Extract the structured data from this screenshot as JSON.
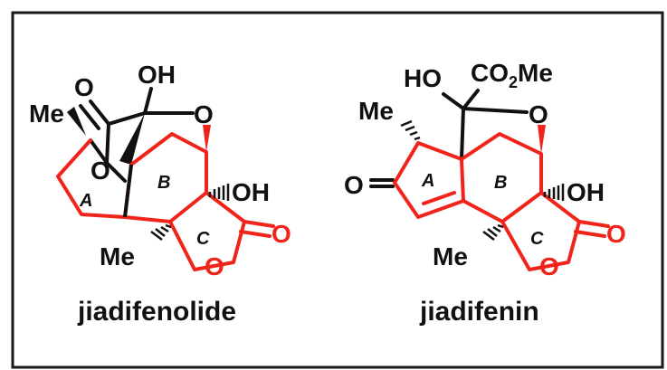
{
  "colors": {
    "red": "#f0241a",
    "black": "#111111",
    "frame": "#1a1a1a"
  },
  "molecule_left": {
    "name": "jiadifenolide",
    "atoms": {
      "me_top": "Me",
      "o_carbonyl": "O",
      "oh_top": "OH",
      "o_ring_right": "O",
      "o_ring_left": "O",
      "oh_mid": "OH",
      "o_lactone_c": "O",
      "me_bottom": "Me",
      "o_lactone": "O"
    },
    "rings": {
      "a": "A",
      "b": "B",
      "c": "C"
    }
  },
  "molecule_right": {
    "name": "jiadifenin",
    "atoms": {
      "ho": "HO",
      "co2me_co": "CO",
      "co2me_sub": "2",
      "co2me_me": "Me",
      "me_top": "Me",
      "o_ring_right": "O",
      "o_ketone": "O",
      "oh_mid": "OH",
      "o_lactone_c": "O",
      "me_bottom": "Me",
      "o_lactone": "O"
    },
    "rings": {
      "a": "A",
      "b": "B",
      "c": "C"
    }
  }
}
